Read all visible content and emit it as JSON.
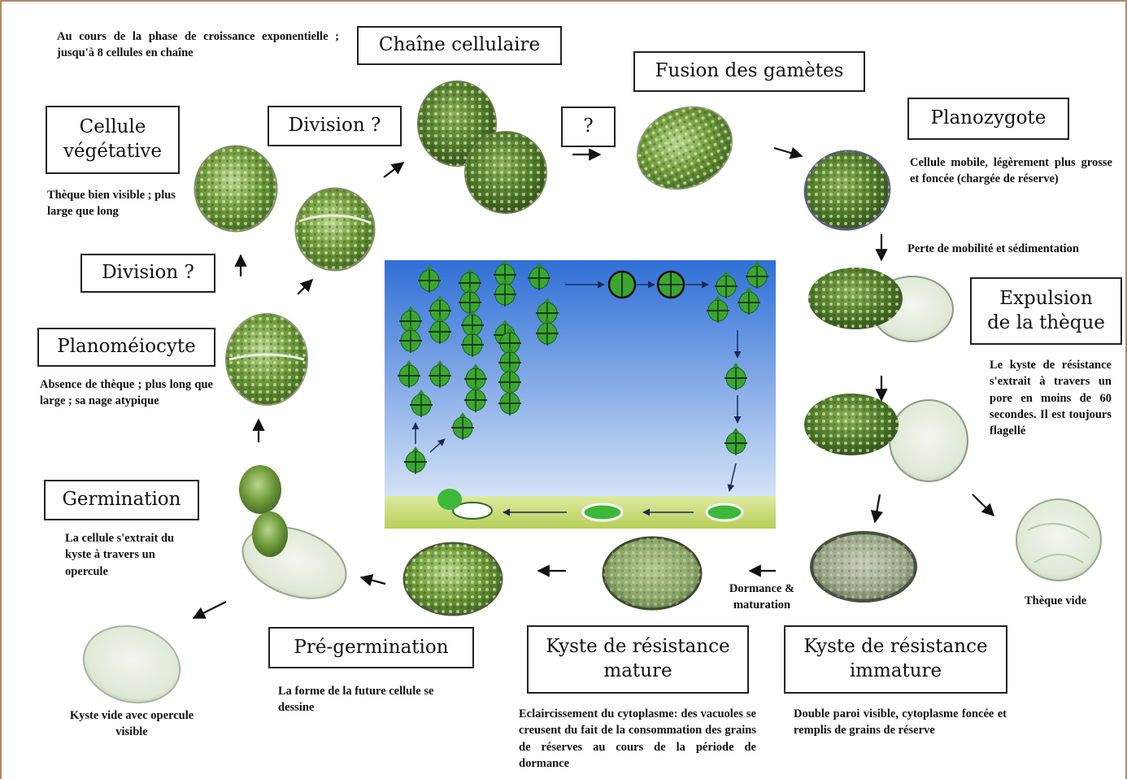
{
  "labels": {
    "chaine": "Chaîne cellulaire",
    "fusion": "Fusion des gamètes",
    "question": "?",
    "planozygote": "Planozygote",
    "cellule_vegetative": "Cellule\nvégétative",
    "division_top": "Division ?",
    "division_left": "Division ?",
    "planomeiocyte": "Planoméiocyte",
    "expulsion": "Expulsion\nde la thèque",
    "germination": "Germination",
    "pre_germination": "Pré-germination",
    "kyste_mature": "Kyste de résistance\nmature",
    "kyste_immature": "Kyste de résistance\nimmature"
  },
  "notes": {
    "croissance": "Au cours de la phase de croissance exponentielle ; jusqu'à 8 cellules en chaîne",
    "theque_visible": "Thèque bien visible ; plus large que long",
    "cellule_mobile": "Cellule mobile, légèrement plus grosse et foncée (chargée de réserve)",
    "perte_mobilite": "Perte de mobilité et sédimentation",
    "kyste_extrait": "Le kyste de résistance s'extrait à travers un pore en moins de 60 secondes. Il est toujours flagellé",
    "absence_theque": "Absence de thèque ; plus long que large ; sa nage atypique",
    "germination_desc": "La cellule s'extrait du kyste à travers un opercule",
    "kyste_vide": "Kyste vide avec opercule visible",
    "future_cellule": "La forme de la future cellule se dessine",
    "eclaircissement": "Eclaircissement du cytoplasme: des vacuoles se creusent du fait de la consommation des grains de réserves au cours de la période de dormance",
    "double_paroi": "Double paroi visible, cytoplasme foncée et remplis de grains de réserve",
    "dormance": "Dormance &\nmaturation",
    "theque_vide": "Thèque vide"
  },
  "colors": {
    "frame_border": "#b08a63",
    "cell_green": "#5a8a2a",
    "cell_light": "#a9c98a",
    "water_top": "#2f6fd6",
    "water_bottom": "#e9f1fb",
    "sediment": "#c8dc6a",
    "cyst_green": "#3db83a"
  },
  "icons": [
    "cell-micrograph-icon",
    "arrow-icon",
    "flagellate-cell-icon",
    "cyst-icon"
  ]
}
